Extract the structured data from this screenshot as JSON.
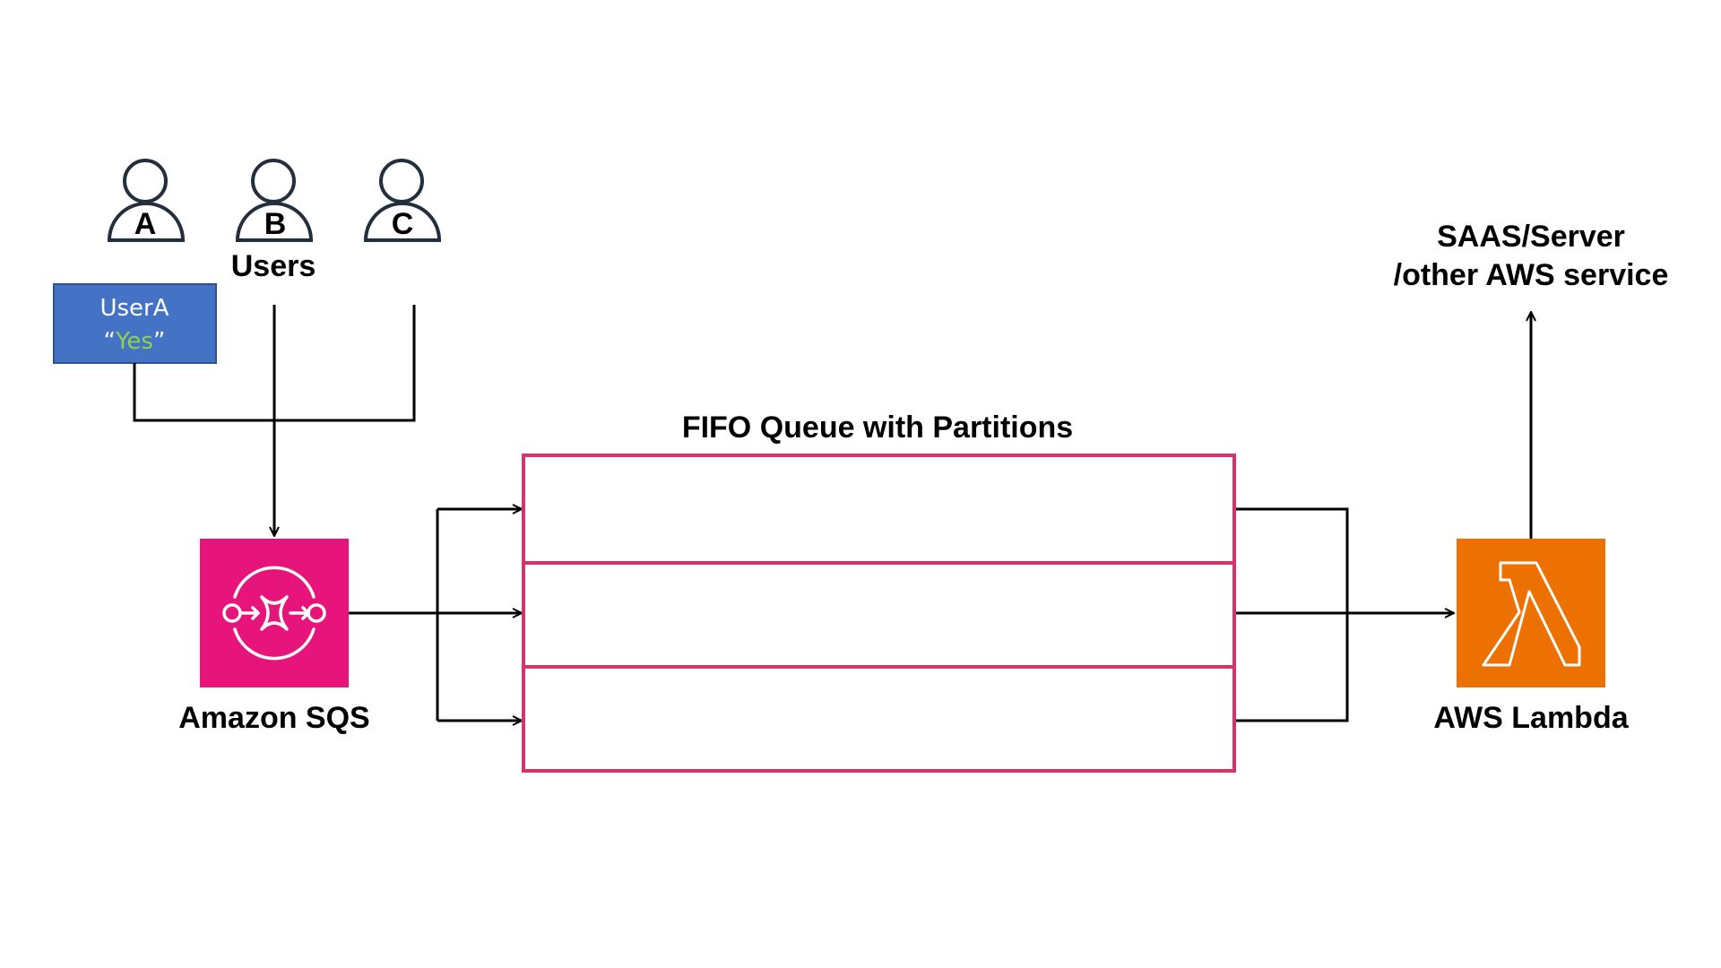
{
  "users": {
    "label": "Users",
    "items": [
      {
        "letter": "A"
      },
      {
        "letter": "B"
      },
      {
        "letter": "C"
      }
    ]
  },
  "message": {
    "sender": "UserA",
    "quote_open": "“",
    "content": "Yes",
    "quote_close": "”",
    "box_color": "#4472c4",
    "content_color": "#92d050"
  },
  "sqs": {
    "label": "Amazon SQS",
    "color": "#e7157b",
    "icon": "sqs-queue-icon"
  },
  "queue": {
    "title": "FIFO Queue with Partitions",
    "partition_count": 3,
    "border_color": "#d6336c"
  },
  "lambda": {
    "label": "AWS Lambda",
    "color": "#ed7100",
    "icon": "lambda-icon"
  },
  "destination": {
    "line1": "SAAS/Server",
    "line2": "/other AWS service"
  }
}
